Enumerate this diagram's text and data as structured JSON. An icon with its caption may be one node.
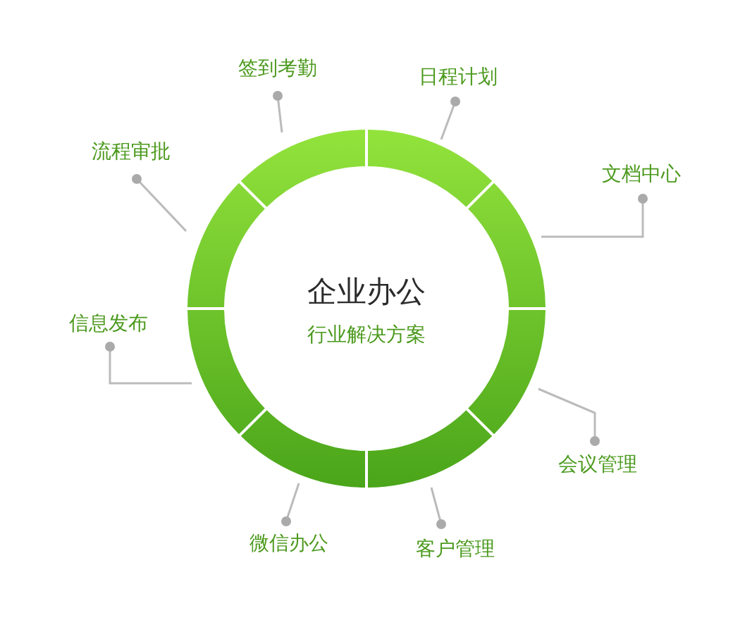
{
  "diagram": {
    "nodes": [
      {
        "text": [
          "企业办公",
          "行业解决方案"
        ]
      },
      {
        "text": [],
        "shape": "arc"
      },
      {
        "text": [],
        "shape": "arc"
      },
      {
        "text": [],
        "shape": "arc"
      },
      {
        "text": [],
        "shape": "arc"
      },
      {
        "text": [],
        "shape": "arc"
      },
      {
        "text": [],
        "shape": "arc"
      },
      {
        "text": [],
        "shape": "arc"
      },
      {
        "text": [],
        "shape": "arc"
      },
      {
        "text": [
          "签到考勤"
        ]
      },
      {
        "text": [
          "日程计划"
        ]
      },
      {
        "text": [
          "流程审批"
        ]
      },
      {
        "text": [
          "文档中心"
        ]
      },
      {
        "text": [
          "信息发布"
        ]
      },
      {
        "text": [
          "会议管理"
        ]
      },
      {
        "text": [
          "微信办公"
        ]
      },
      {
        "text": [
          "客户管理"
        ]
      }
    ],
    "edges": [
      {
        "from": 9,
        "to": 8,
        "arrow": "other"
      },
      {
        "from": 10,
        "to": 1,
        "arrow": "other"
      },
      {
        "from": 11,
        "to": 7,
        "arrow": "other"
      },
      {
        "from": 12,
        "to": 2,
        "arrow": "other"
      },
      {
        "from": 13,
        "to": 6,
        "arrow": "other"
      },
      {
        "from": 14,
        "to": 3,
        "arrow": "other"
      },
      {
        "from": 15,
        "to": 5,
        "arrow": "other"
      },
      {
        "from": 16,
        "to": 4,
        "arrow": "other"
      }
    ]
  }
}
